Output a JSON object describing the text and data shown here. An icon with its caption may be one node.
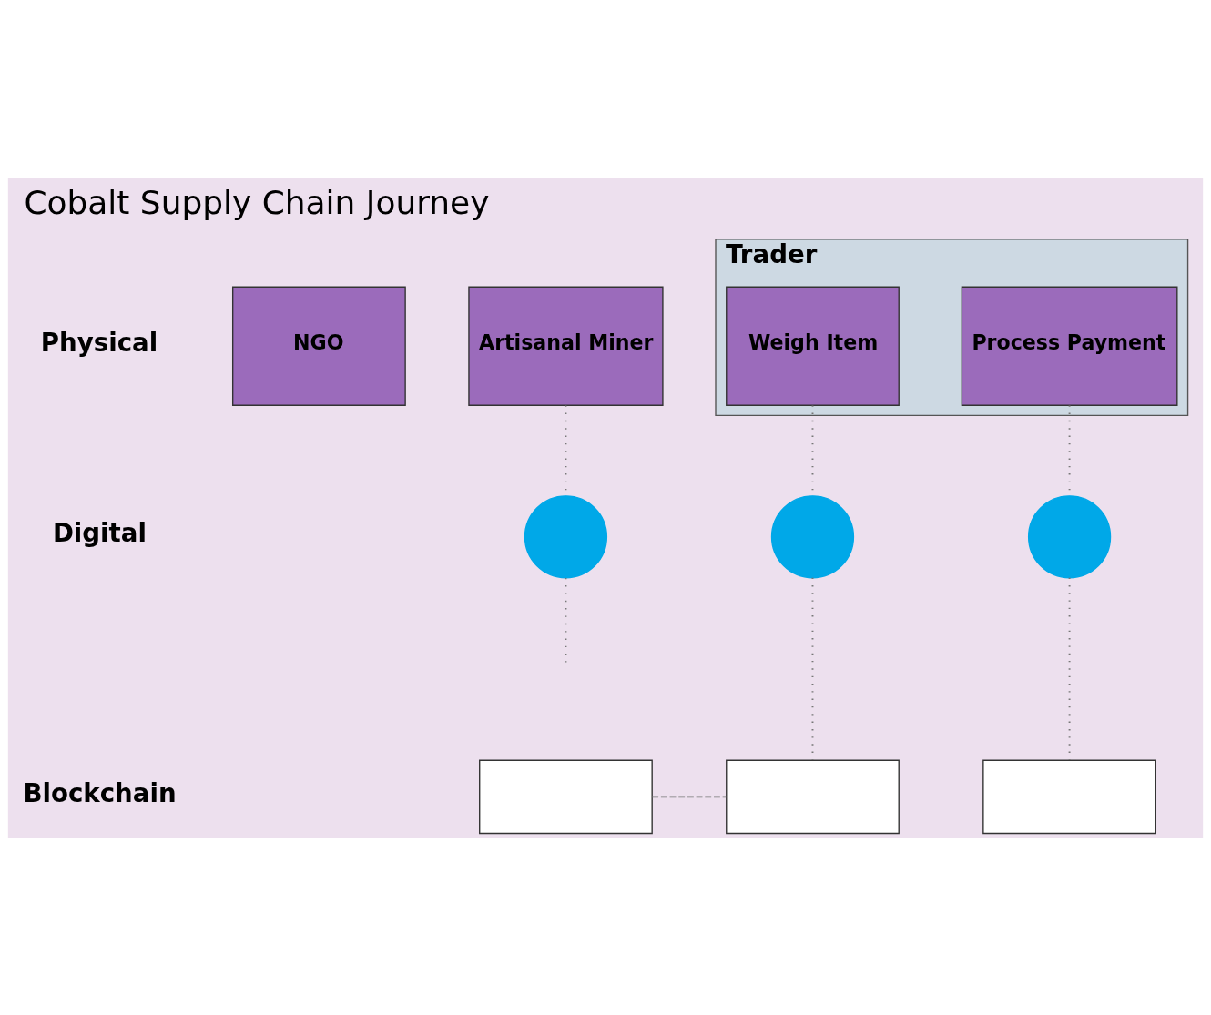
{
  "diagram": {
    "title": "Cobalt Supply Chain Journey",
    "nodes": [
      {
        "text": [
          "NGO"
        ]
      },
      {
        "text": [
          "Artisanal Miner"
        ]
      },
      {
        "text": [
          "Trader"
        ]
      },
      {
        "text": [
          "Weigh Item"
        ],
        "in": 2
      },
      {
        "text": [
          "Process Payment"
        ],
        "in": 2
      },
      {
        "text": [],
        "shape": "circle"
      },
      {
        "text": [],
        "shape": "circle"
      },
      {
        "text": [],
        "shape": "circle"
      },
      {
        "text": [],
        "shape": "box"
      },
      {
        "text": [],
        "shape": "box"
      },
      {
        "text": [],
        "shape": "box"
      }
    ],
    "edges": [
      {
        "from": 1,
        "to": 5,
        "arrow": "none"
      },
      {
        "from": 5,
        "to": null,
        "arrow": "none"
      },
      {
        "from": 3,
        "to": 6,
        "arrow": "none"
      },
      {
        "from": 6,
        "to": 9,
        "arrow": "none"
      },
      {
        "from": 4,
        "to": 7,
        "arrow": "none"
      },
      {
        "from": 7,
        "to": 10,
        "arrow": "none"
      },
      {
        "from": 8,
        "to": 9,
        "arrow": "none",
        "style": "dashed"
      }
    ],
    "labels": [
      "Physical",
      "Digital",
      "Blockchain"
    ]
  }
}
